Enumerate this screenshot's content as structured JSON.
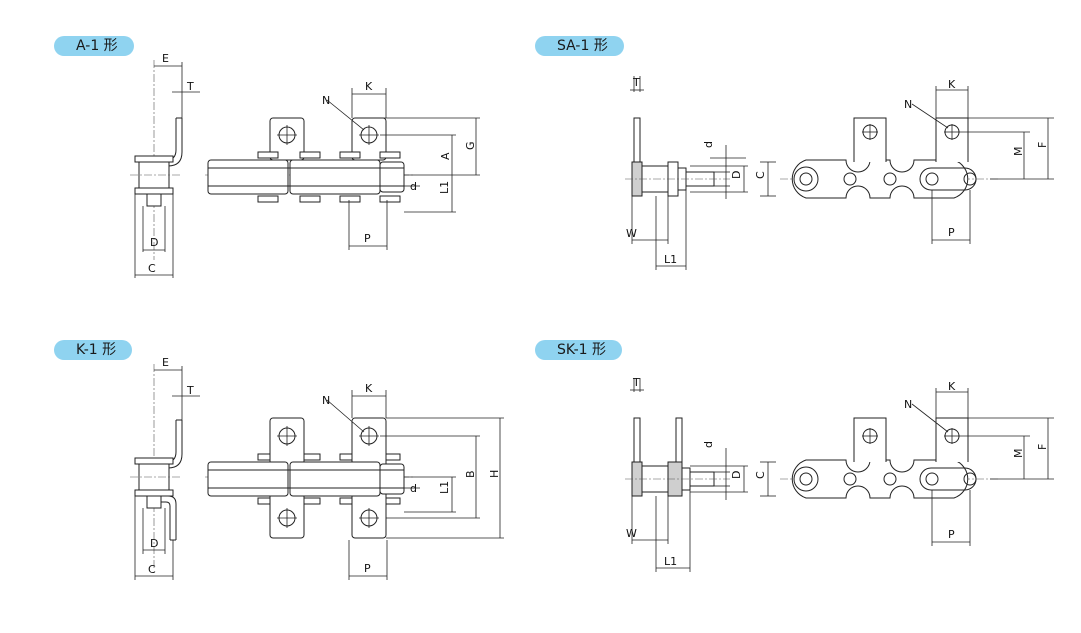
{
  "panels": {
    "a1": {
      "title": "A-1 形",
      "labels": {
        "E": "E",
        "T": "T",
        "N": "N",
        "K": "K",
        "A": "A",
        "G": "G",
        "L1": "L1",
        "d": "d",
        "D": "D",
        "C": "C",
        "P": "P"
      }
    },
    "sa1": {
      "title": "SA-1 形",
      "labels": {
        "T": "T",
        "d": "d",
        "D": "D",
        "C": "C",
        "W": "W",
        "L1": "L1",
        "N": "N",
        "K": "K",
        "M": "M",
        "F": "F",
        "P": "P"
      }
    },
    "k1": {
      "title": "K-1 形",
      "labels": {
        "E": "E",
        "T": "T",
        "N": "N",
        "K": "K",
        "L1": "L1",
        "d": "d",
        "B": "B",
        "H": "H",
        "D": "D",
        "C": "C",
        "P": "P"
      }
    },
    "sk1": {
      "title": "SK-1 形",
      "labels": {
        "T": "T",
        "d": "d",
        "D": "D",
        "C": "C",
        "W": "W",
        "L1": "L1",
        "N": "N",
        "K": "K",
        "M": "M",
        "F": "F",
        "P": "P"
      }
    }
  },
  "colors": {
    "badge": "#8fd3f0",
    "line": "#222222"
  }
}
